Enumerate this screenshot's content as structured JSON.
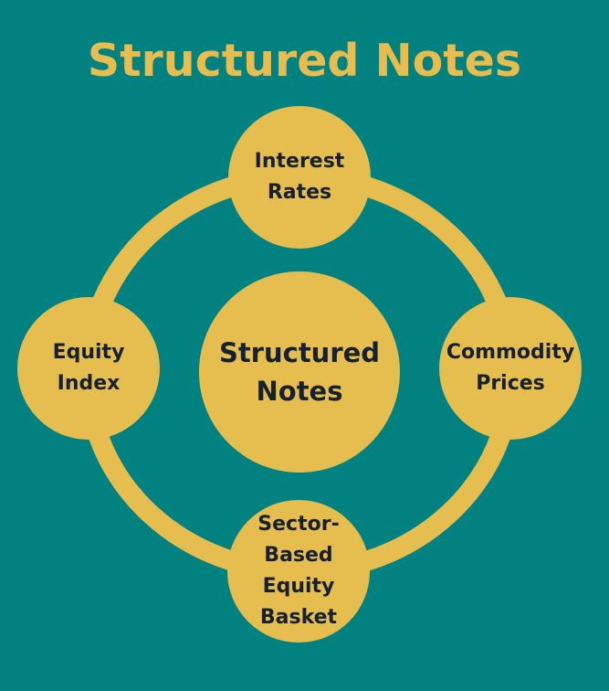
{
  "title": "Structured Notes",
  "colors": {
    "background": "#018281",
    "accent": "#E6BE4F",
    "text": "#17202e"
  },
  "center": {
    "line1": "Structured",
    "line2": "Notes"
  },
  "nodes": {
    "top": [
      "Interest",
      "Rates"
    ],
    "left": [
      "Equity",
      "Index"
    ],
    "right": [
      "Commodity",
      "Prices"
    ],
    "bottom": [
      "Sector-",
      "Based",
      "Equity",
      "Basket"
    ]
  }
}
